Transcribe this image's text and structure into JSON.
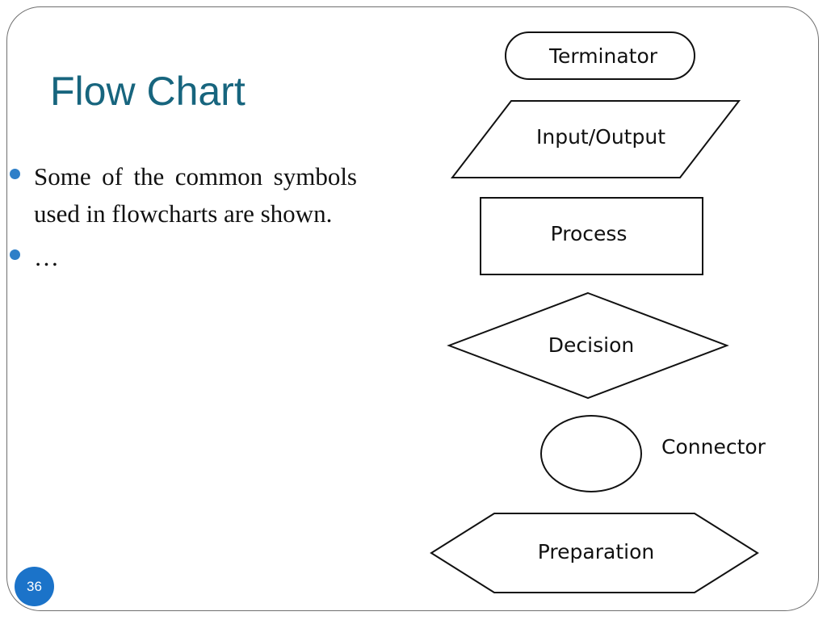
{
  "slide": {
    "title": "Flow Chart",
    "bullets": [
      "Some of the common symbols used in flowcharts are shown.",
      "…"
    ],
    "page_number": "36"
  },
  "symbols": {
    "terminator": "Terminator",
    "input_output": "Input/Output",
    "process": "Process",
    "decision": "Decision",
    "connector": "Connector",
    "preparation": "Preparation"
  },
  "colors": {
    "title": "#17657e",
    "bullet": "#2e7fc8",
    "badge": "#1b73c9"
  }
}
